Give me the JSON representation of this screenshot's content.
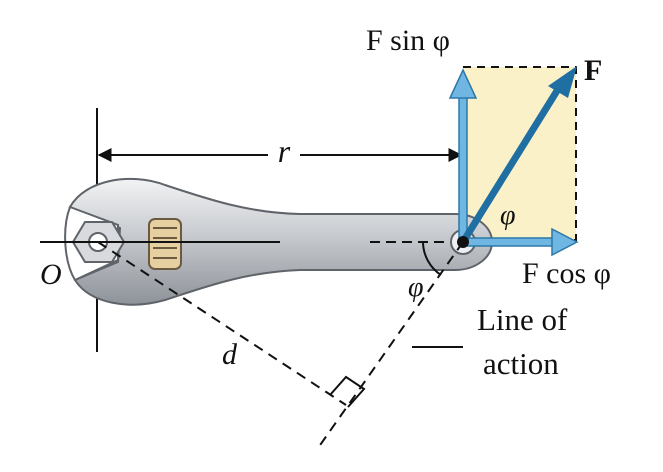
{
  "labels": {
    "f_sin_phi": "F sin φ",
    "f_vector": "F",
    "r": "r",
    "phi_top": "φ",
    "phi_bottom": "φ",
    "o": "O",
    "f_cos_phi": "F cos φ",
    "d": "d",
    "line_of_action_1": "Line of",
    "line_of_action_2": "action"
  },
  "colors": {
    "force_vector": "#1f6fa3",
    "component_arrow": "#6fb6e3",
    "component_fill": "#fbf1c8",
    "wrench_body": "#c9ccd0",
    "line": "#111111"
  }
}
